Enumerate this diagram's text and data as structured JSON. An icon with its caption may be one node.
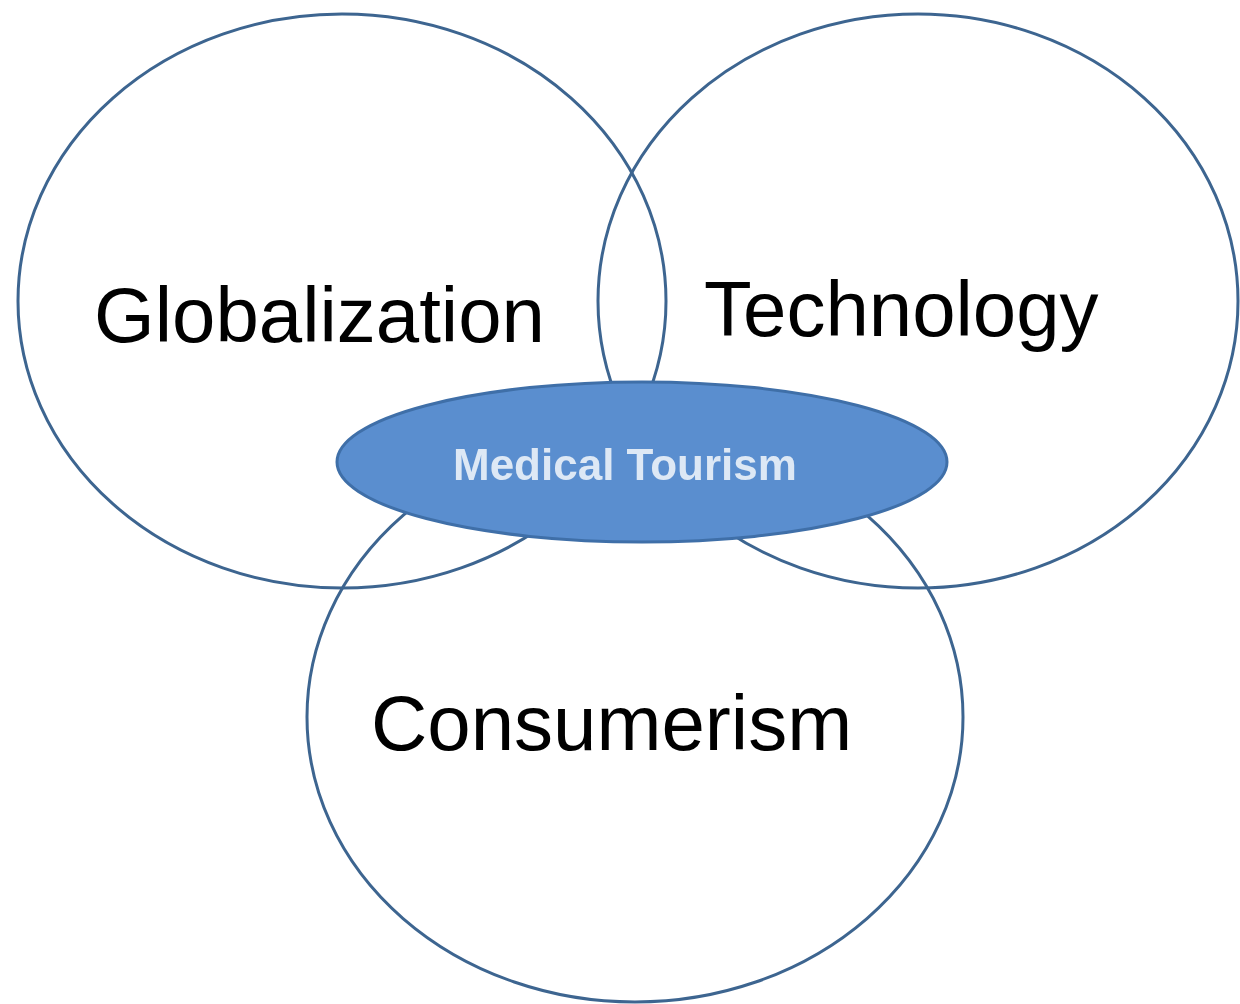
{
  "diagram": {
    "nodes": [
      {
        "text": [
          "Globalization"
        ]
      },
      {
        "text": [
          "Technology"
        ]
      },
      {
        "text": [
          "Consumerism"
        ]
      },
      {
        "text": [
          "Medical Tourism"
        ]
      }
    ]
  }
}
